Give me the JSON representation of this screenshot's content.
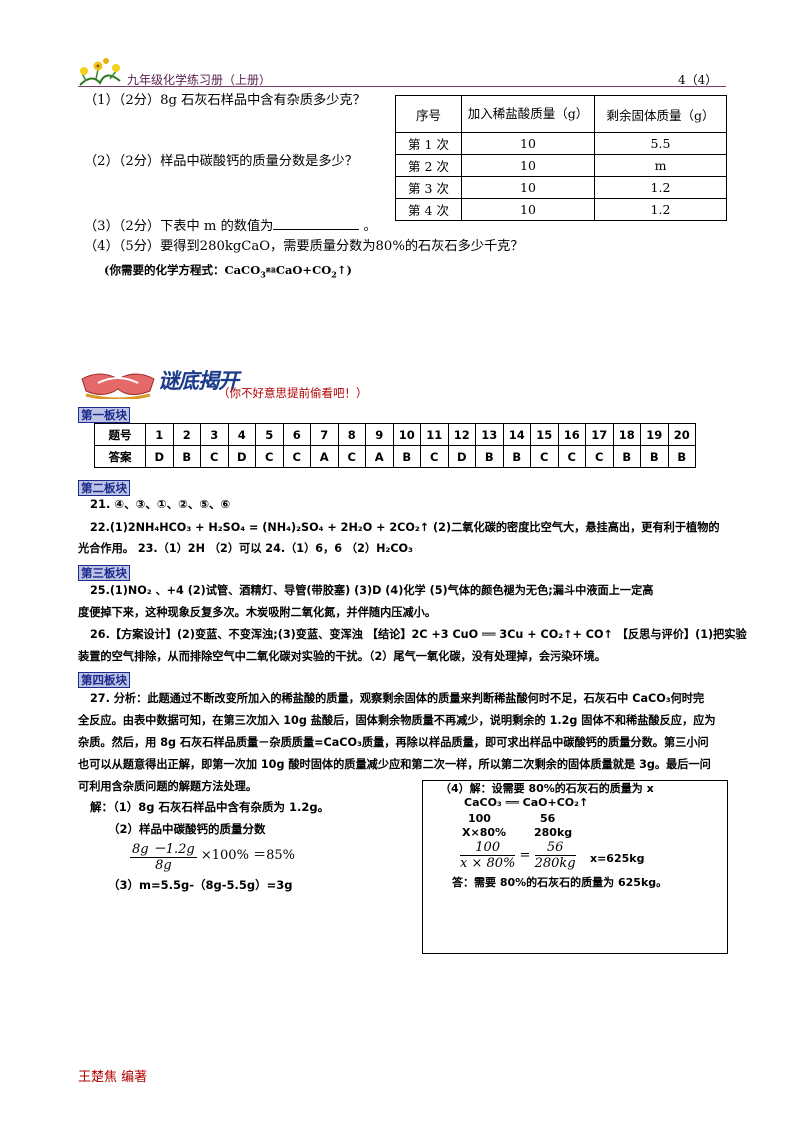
{
  "header": {
    "title": "九年级化学练习册（上册）",
    "page": "4（4）"
  },
  "questions": {
    "q1": "（1）（2分）8g 石灰石样品中含有杂质多少克？",
    "q2": "（2）（2分）样品中碳酸钙的质量分数是多少？",
    "q3_pre": "（3）（2分）下表中 m 的数值为",
    "q3_post": "。",
    "q4": "（4）（5分）要得到280kgCaO，需要质量分数为80%的石灰石多少千克？",
    "q4_hint_pre": "(你需要的化学方程式：CaCO",
    "q4_hint_cond": "高温",
    "q4_hint_post": "CaO+CO",
    "q4_hint_end": "↑)"
  },
  "data_table": {
    "headers": [
      "序号",
      "加入稀盐酸质量（g）",
      "剩余固体质量（g）"
    ],
    "rows": [
      [
        "第 1 次",
        "10",
        "5.5"
      ],
      [
        "第 2 次",
        "10",
        "m"
      ],
      [
        "第 3 次",
        "10",
        "1.2"
      ],
      [
        "第 4 次",
        "10",
        "1.2"
      ]
    ]
  },
  "banner": {
    "title": "谜底揭开",
    "subtitle": "（你不好意思提前偷看吧！）"
  },
  "sections": {
    "s1": "第一板块",
    "s2": "第二板块",
    "s3": "第三板块",
    "s4": "第四板块"
  },
  "answer_table": {
    "row1_label": "题号",
    "row2_label": "答案",
    "numbers": [
      "1",
      "2",
      "3",
      "4",
      "5",
      "6",
      "7",
      "8",
      "9",
      "10",
      "11",
      "12",
      "13",
      "14",
      "15",
      "16",
      "17",
      "18",
      "19",
      "20"
    ],
    "answers": [
      "D",
      "B",
      "C",
      "D",
      "C",
      "C",
      "A",
      "C",
      "A",
      "B",
      "C",
      "D",
      "B",
      "B",
      "C",
      "C",
      "C",
      "B",
      "B",
      "B"
    ]
  },
  "answers": {
    "a21": "21. ④、③、①、②、⑤、⑥",
    "a22_l1": "22.(1)2NH₄HCO₃  +  H₂SO₄ = (NH₄)₂SO₄ + 2H₂O + 2CO₂↑   (2)二氧化碳的密度比空气大，悬挂高出，更有利于植物的",
    "a22_l2": "光合作用。        23.（1）2H    （2）可以        24.（1）6，6   （2）H₂CO₃",
    "a25_l1": "25.(1)NO₂   、+4  (2)试管、酒精灯、导管(带胶塞)    (3)D      (4)化学    (5)气体的颜色褪为无色;漏斗中液面上一定高",
    "a25_l2": "度便掉下来，这种现象反复多次。木炭吸附二氧化氮，并伴随内压减小。",
    "a26_l1": "26.【方案设计】(2)变蓝、不变浑浊;(3)变蓝、变浑浊  【结论】2C +3 CuO ══ 3Cu  +  CO₂↑+ CO↑  【反思与评价】(1)把实验",
    "a26_l2": "装置的空气排除，从而排除空气中二氧化碳对实验的干扰。（2）尾气一氧化碳，没有处理掉，会污染环境。",
    "a27_l1": "27. 分析：此题通过不断改变所加入的稀盐酸的质量，观察剩余固体的质量来判断稀盐酸何时不足，石灰石中 CaCO₃何时完",
    "a27_l2": "全反应。由表中数据可知，在第三次加入 10g 盐酸后，固体剩余物质量不再减少，说明剩余的 1.2g 固体不和稀盐酸反应，应为",
    "a27_l3": "杂质。然后，用 8g 石灰石样品质量－杂质质量=CaCO₃质量，再除以样品质量，即可求出样品中碳酸钙的质量分数。第三小问",
    "a27_l4": "也可以从题意得出正解，即第一次加 10g 酸时固体的质量减少应和第二次一样，所以第二次剩余的固体质量就是 3g。最后一问",
    "a27_l5": "可利用含杂质问题的解题方法处理。",
    "sol1": "解：（1）8g 石灰石样品中含有杂质为 1.2g。",
    "sol2": "（2）样品中碳酸钙的质量分数",
    "sol2_num": "8g －1.2g",
    "sol2_den": "8g",
    "sol2_rest": "×100% ＝85%",
    "sol3": "（3）m=5.5g-（8g-5.5g）=3g",
    "box_l1": "（4）解：设需要 80%的石灰石的质量为 x",
    "box_l2": "CaCO₃ ══ CaO+CO₂↑",
    "box_l3a": "100",
    "box_l3b": "56",
    "box_l4a": "X×80%",
    "box_l4b": "280kg",
    "box_frac1_num": "100",
    "box_frac1_den": "x × 80%",
    "box_eq": "=",
    "box_frac2_num": "56",
    "box_frac2_den": "280kg",
    "box_res": "x=625kg",
    "box_l6": "答：需要 80%的石灰石的质量为 625kg。"
  },
  "footer": {
    "author": "王楚焦  编著"
  },
  "colors": {
    "header_line": "#7a3b6b",
    "section_bg": "#bcc3e6",
    "section_text": "#1b2a8a",
    "banner": "#1b3a8a",
    "footer": "#b30000"
  }
}
